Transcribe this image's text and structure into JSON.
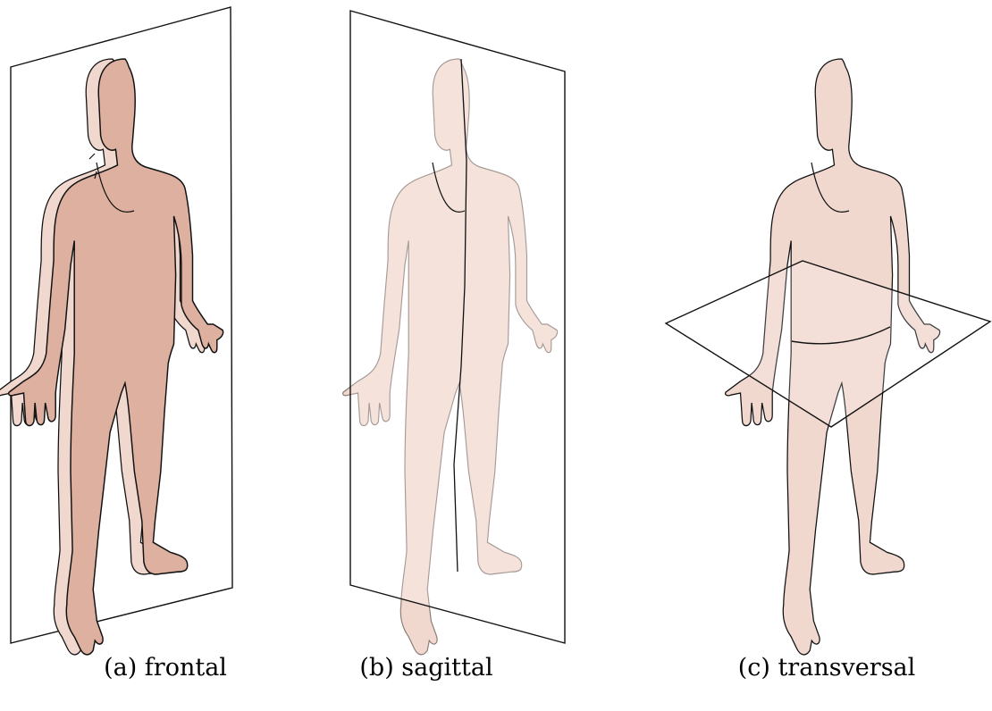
{
  "colors": {
    "body_dark": "#DDB0A0",
    "body_light": "#F0D8CF",
    "outline": "#111111",
    "plane_edge": "#111111",
    "background": "#FFFFFF"
  },
  "panels": [
    {
      "caption": "(a) frontal",
      "plane": "frontal"
    },
    {
      "caption": "(b) sagittal",
      "plane": "sagittal"
    },
    {
      "caption": "(c) transversal",
      "plane": "transversal"
    }
  ]
}
